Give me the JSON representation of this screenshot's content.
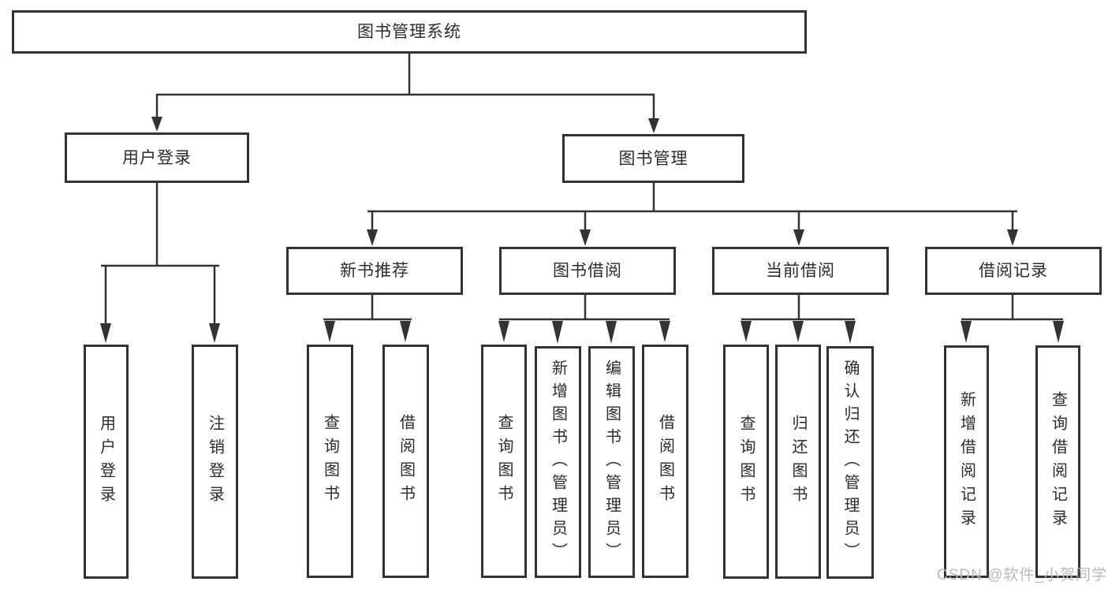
{
  "nodes": {
    "root": "图书管理系统",
    "user_login": "用户登录",
    "book_mgmt": "图书管理",
    "new_rec": "新书推荐",
    "book_borrow": "图书借阅",
    "cur_borrow": "当前借阅",
    "borrow_rec": "借阅记录",
    "leaf_login": "用户登录",
    "leaf_logout": "注销登录",
    "leaf_nr_query": "查询图书",
    "leaf_nr_borrow": "借阅图书",
    "leaf_bb_query": "查询图书",
    "leaf_bb_add": "新增图书（管理员）",
    "leaf_bb_edit": "编辑图书（管理员）",
    "leaf_bb_borrow": "借阅图书",
    "leaf_cb_query": "查询图书",
    "leaf_cb_return": "归还图书",
    "leaf_cb_confirm": "确认归还（管理员）",
    "leaf_br_add": "新增借阅记录",
    "leaf_br_query": "查询借阅记录"
  },
  "watermark": {
    "text": "CSDN @软件_小贺同学"
  },
  "colors": {
    "line": "#333333",
    "border": "#333333",
    "text": "#2b2b2b",
    "background": "#ffffff",
    "watermark": "#b9b9b9"
  }
}
